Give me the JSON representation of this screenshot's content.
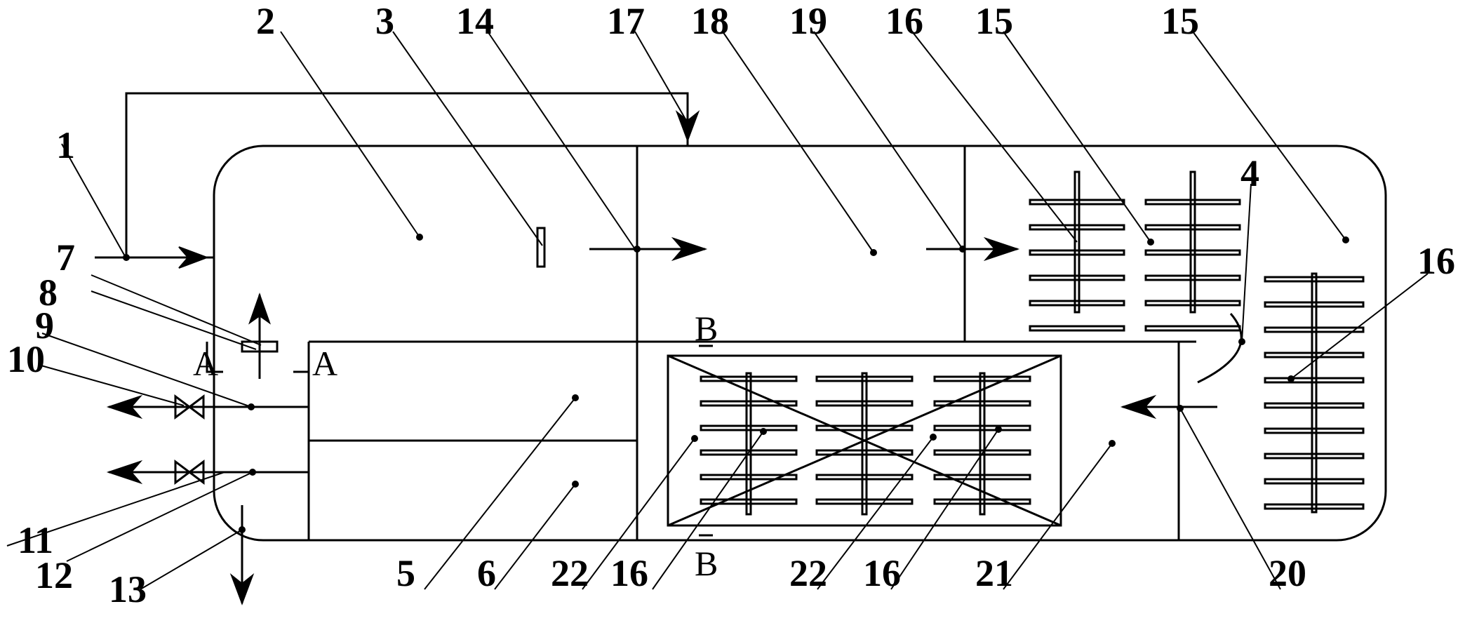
{
  "diagram": {
    "part_labels": {
      "l1": "1",
      "l2": "2",
      "l3": "3",
      "l4": "4",
      "l5": "5",
      "l6": "6",
      "l7": "7",
      "l8": "8",
      "l9": "9",
      "l10": "10",
      "l11": "11",
      "l12": "12",
      "l13": "13",
      "l14": "14",
      "l15a": "15",
      "l15b": "15",
      "l16a": "16",
      "l16b": "16",
      "l16c": "16",
      "l16d": "16",
      "l17": "17",
      "l18": "18",
      "l19": "19",
      "l20": "20",
      "l21": "21",
      "l22a": "22",
      "l22b": "22"
    },
    "section_marks": {
      "a_left": "A",
      "a_right": "A",
      "b_top": "B",
      "b_bottom": "B"
    },
    "colors": {
      "line": "#000000",
      "background": "#ffffff"
    }
  }
}
